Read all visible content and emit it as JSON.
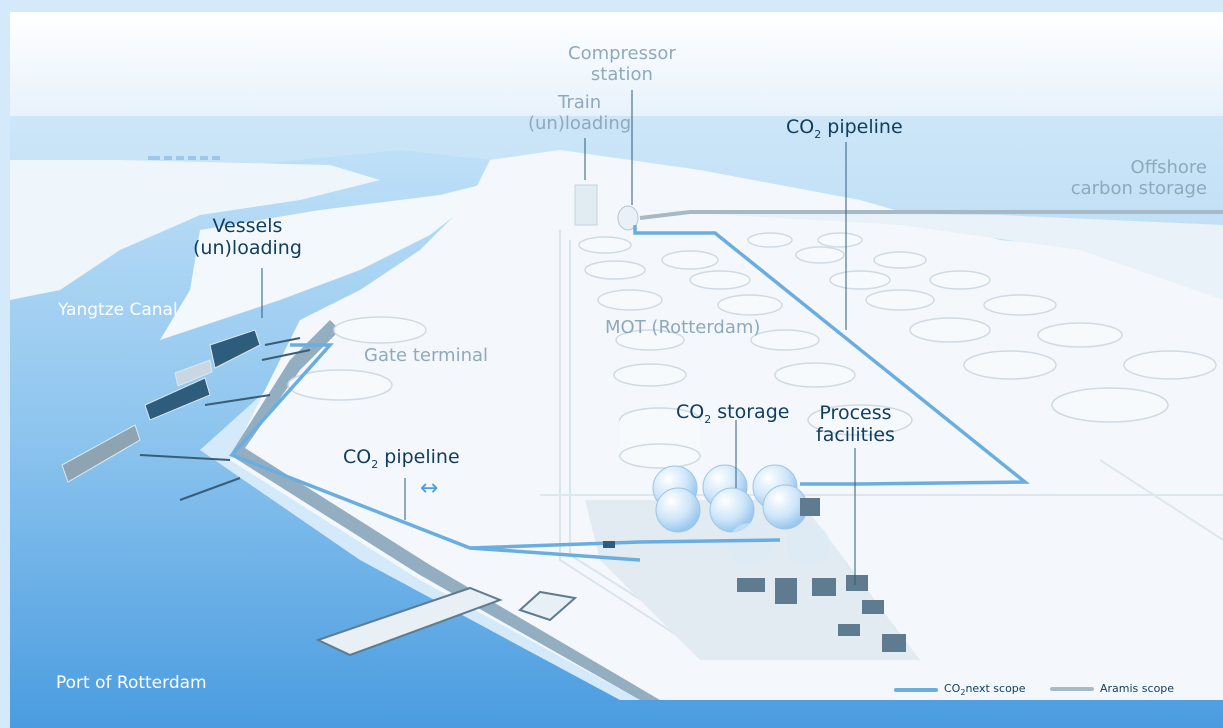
{
  "labels": {
    "compressor_station": [
      "Compressor",
      "station"
    ],
    "train_unloading": [
      "Train",
      "(un)loading"
    ],
    "co2_pipeline_top": [
      "CO",
      "2",
      " pipeline"
    ],
    "offshore_storage": [
      "Offshore",
      "carbon storage"
    ],
    "vessels_unloading": [
      "Vessels",
      "(un)loading"
    ],
    "yangtze_canal": "Yangtze Canal",
    "gate_terminal": "Gate terminal",
    "mot_rotterdam": "MOT (Rotterdam)",
    "co2_storage": [
      "CO",
      "2",
      " storage"
    ],
    "process_facilities": [
      "Process",
      "facilities"
    ],
    "co2_pipeline_mid": [
      "CO",
      "2",
      " pipeline"
    ],
    "arrow": "↔",
    "port_of_rotterdam": "Port of Rotterdam"
  },
  "legend": [
    {
      "sub_pre": "CO",
      "sub": "2",
      "sub_post": "next scope",
      "color": "#6aaee0"
    },
    {
      "text": "Aramis scope",
      "color": "#8fa9bc"
    }
  ],
  "colors": {
    "sky": "#d4eafb",
    "water_top": "#b4d8f5",
    "water_bottom": "#4a9fe0",
    "land": "#f2f7fb",
    "pipeline_co2next": "#6aaee0",
    "pipeline_aramis": "#a8b9c6",
    "text_dark": "#0f3d5e"
  }
}
